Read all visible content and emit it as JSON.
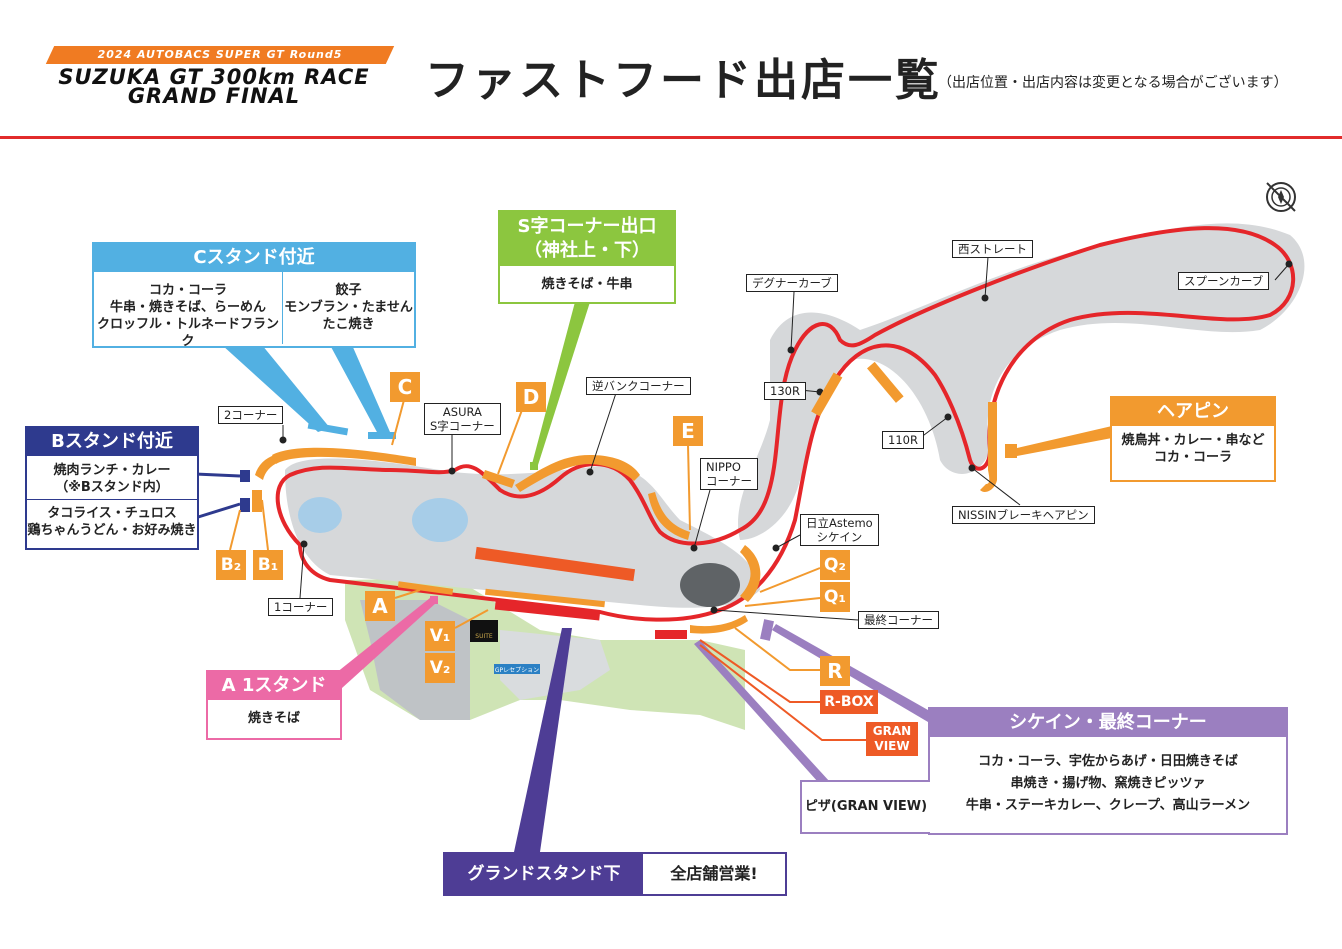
{
  "header": {
    "logo": {
      "top": "2024 AUTOBACS SUPER GT Round5",
      "line1": "SUZUKA GT 300km RACE",
      "line2": "GRAND FINAL"
    },
    "title": "ファストフード出店一覧",
    "note": "（出店位置・出店内容は変更となる場合がございます）"
  },
  "colors": {
    "accent_red": "#e22b2b",
    "track": "#e5262a",
    "orange": "#f29a2f",
    "dark_orange": "#ee5a26",
    "c_stand": "#52b0e2",
    "b_stand": "#2e3a8e",
    "s_curve": "#8cc63f",
    "a1": "#ec6aa6",
    "chicane": "#9b7fc0",
    "grandstand": "#4e3d95"
  },
  "course_labels": {
    "corner1": "1コーナー",
    "corner2": "2コーナー",
    "asura": "ASURA\nS字コーナー",
    "reverse_bank": "逆バンクコーナー",
    "degner": "デグナーカーブ",
    "r130": "130R",
    "west_straight": "西ストレート",
    "spoon": "スプーンカーブ",
    "r110": "110R",
    "nissin": "NISSINブレーキヘアピン",
    "nippo": "NIPPO\nコーナー",
    "astemo": "日立Astemo\nシケイン",
    "final": "最終コーナー"
  },
  "markers": {
    "C": "C",
    "D": "D",
    "E": "E",
    "A": "A",
    "B2": "B₂",
    "B1": "B₁",
    "V1": "V₁",
    "V2": "V₂",
    "Q2": "Q₂",
    "Q1": "Q₁",
    "R": "R",
    "RBOX": "R-BOX",
    "GRAN1": "GRAN",
    "GRAN2": "VIEW"
  },
  "map_small_labels": {
    "suite": "SUITE",
    "gp_reception": "GPレセプション"
  },
  "areas": {
    "c_stand": {
      "title": "Cスタンド付近",
      "left": "コカ・コーラ\n牛串・焼きそば、らーめん\nクロッフル・トルネードフランク",
      "right": "餃子\nモンブラン・たません\nたこ焼き"
    },
    "s_curve": {
      "title": "S字コーナー出口\n（神社上・下）",
      "body": "焼きそば・牛串"
    },
    "b_stand": {
      "title": "Bスタンド付近",
      "row1": "焼肉ランチ・カレー\n（※Bスタンド内）",
      "row2": "タコライス・チュロス\n鶏ちゃんうどん・お好み焼き"
    },
    "hairpin": {
      "title": "ヘアピン",
      "body": "焼鳥丼・カレー・串など\nコカ・コーラ"
    },
    "a1_stand": {
      "title": "A 1スタンド",
      "body": "焼きそば"
    },
    "chicane": {
      "title": "シケイン・最終コーナー",
      "body": "コカ・コーラ、宇佐からあげ・日田焼きそば\n串焼き・揚げ物、窯焼きピッツァ\n牛串・ステーキカレー、クレープ、高山ラーメン",
      "side": "ピザ(GRAN VIEW)"
    },
    "grandstand": {
      "title": "グランドスタンド下",
      "body": "全店舗営業!"
    }
  }
}
